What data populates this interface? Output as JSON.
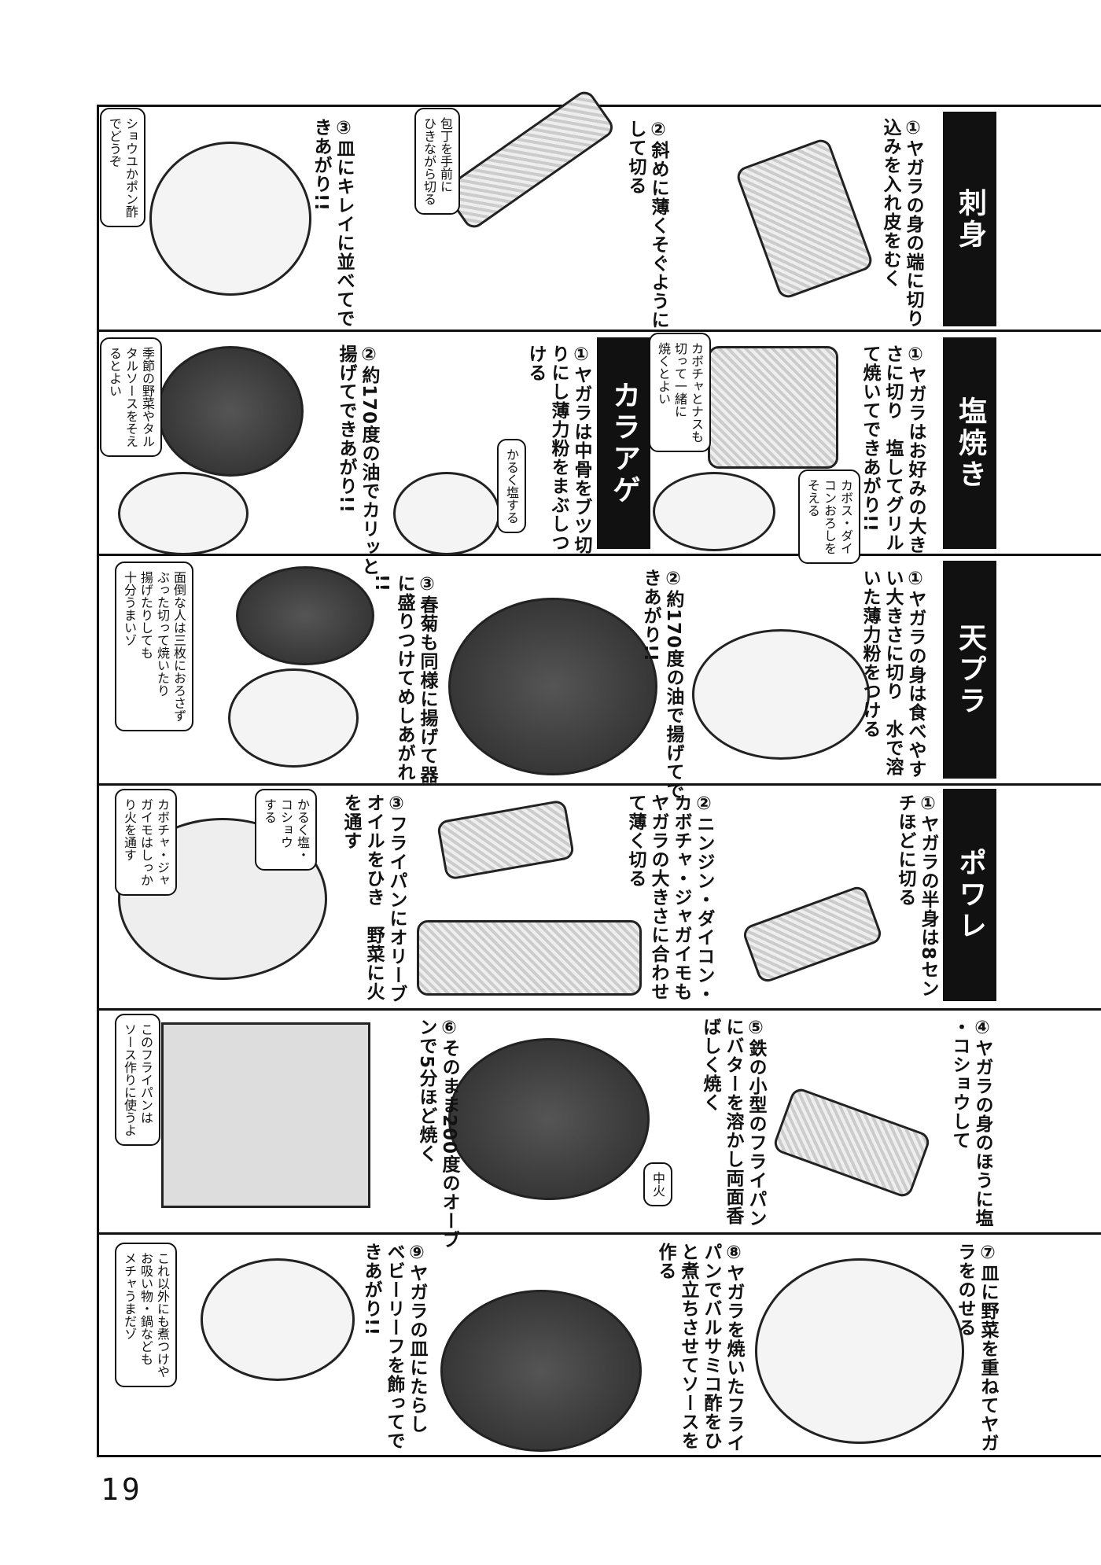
{
  "page_number": "19",
  "sections": {
    "sashimi": {
      "label": "刺身",
      "steps": [
        "①ヤガラの身の端に切り\n込みを入れ皮をむく",
        "②斜めに薄くそぐように\nして切る",
        "③皿にキレイに並べてで\nきあがり!!"
      ],
      "bubbles": [
        "包丁を手前に\nひきながら切る",
        "ショウユかポン酢\nでどうぞ"
      ]
    },
    "shioyaki": {
      "label": "塩焼き",
      "steps": [
        "①ヤガラはお好みの大き\nさに切り　塩してグリル\nて焼いてできあがり!!"
      ],
      "bubbles": [
        "カボチャとナスも\n切って一緒に\n焼くとよい",
        "カボス・ダイ\nコンおろしを\nそえる"
      ]
    },
    "karaage": {
      "label": "カラアゲ",
      "steps": [
        "①ヤガラは中骨をブツ切\nりにし薄力粉をまぶしつ\nける",
        "②約170度の油でカリッと\n揚げてできあがり!!"
      ],
      "bubbles": [
        "かるく塩する",
        "季節の野菜やタル\nタルソースをそえ\nるとよい"
      ]
    },
    "tempura": {
      "label": "天プラ",
      "steps": [
        "①ヤガラの身は食べやす\nい大きさに切り　水で溶\nいた薄力粉をつける",
        "②約170度の油で揚げてで\nきあがり!!",
        "③春菊も同様に揚げて器\nに盛りつけてめしあがれ\n!!"
      ],
      "bubbles": [
        "面倒な人は三枚におろさず\nぶった切って焼いたり\n揚げたりしても\n十分うまいゾ"
      ]
    },
    "poele": {
      "label": "ポワレ",
      "steps": [
        "①ヤガラの半身は8セン\nチほどに切る",
        "②ニンジン・ダイコン・\nカボチャ・ジャガイモも\nヤガラの大きさに合わせ\nて薄く切る",
        "③フライパンにオリーブ\nオイルをひき　野菜に火\nを通す",
        "④ヤガラの身のほうに塩\n・コショウして",
        "⑤鉄の小型のフライパン\nにバターを溶かし両面香\nばしく焼く",
        "⑥そのまま200度のオーブ\nンで5分ほど焼く",
        "⑦皿に野菜を重ねてヤガ\nラをのせる",
        "⑧ヤガラを焼いたフライ\nパンでバルサミコ酢をひ\nと煮立ちさせてソースを\n作る",
        "⑨ヤガラの皿にたらし\nベビーリーフを飾ってで\nきあがり!!"
      ],
      "bubbles": [
        "かるく塩・\nコショウ\nする",
        "カボチャ・ジャ\nガイモはしっか\nり火を通す",
        "中火",
        "このフライパンは\nソース作りに使うよ",
        "これ以外にも煮つけや\nお吸い物・鍋なども\nメチャうまだゾ"
      ]
    }
  }
}
